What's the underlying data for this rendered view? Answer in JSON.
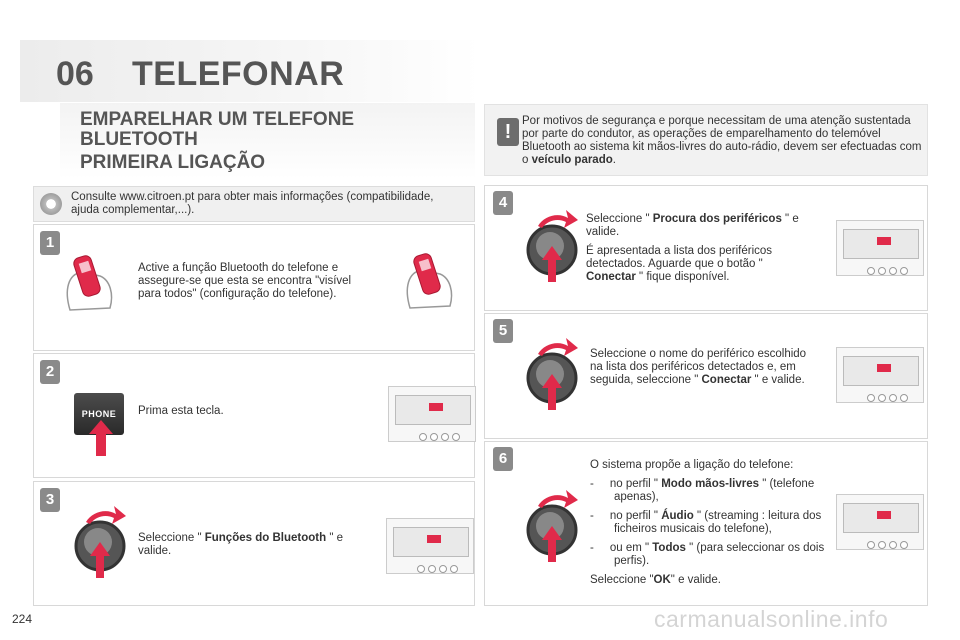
{
  "chapter": {
    "number": "06",
    "title": "TELEFONAR"
  },
  "section": {
    "title": "EMPARELHAR UM TELEFONE BLUETOOTH",
    "subtitle": "PRIMEIRA LIGAÇÃO"
  },
  "warning": {
    "icon": "exclamation-icon",
    "text_before": "Por motivos de segurança e porque necessitam de uma atenção sustentada por parte do condutor, as operações de emparelhamento do telemóvel Bluetooth ao sistema kit mãos-livres do auto-rádio, devem ser efectuadas com o ",
    "text_bold": "veículo parado",
    "text_after": "."
  },
  "info": {
    "icon": "info-lamp-icon",
    "text": "Consulte www.citroen.pt para obter mais informações (compatibilidade, ajuda complementar,...)."
  },
  "steps": {
    "s1": {
      "num": "1",
      "text": "Active a função Bluetooth do telefone e assegure-se que esta se encontra \"visível para todos\" (configuração do telefone)."
    },
    "s2": {
      "num": "2",
      "text": "Prima esta tecla.",
      "key_label": "PHONE"
    },
    "s3": {
      "num": "3",
      "pre": "Seleccione \" ",
      "bold": "Funções do Bluetooth",
      "post": " \" e valide."
    },
    "s4": {
      "num": "4",
      "p1_pre": "Seleccione \" ",
      "p1_bold": "Procura dos periféricos",
      "p1_post": " \" e valide.",
      "p2_pre": "É apresentada a lista dos periféricos detectados. Aguarde que o botão \" ",
      "p2_bold": "Conectar",
      "p2_post": " \" fique disponível."
    },
    "s5": {
      "num": "5",
      "pre": "Seleccione o nome do periférico escolhido na lista dos periféricos detectados e, em seguida, seleccione \" ",
      "bold": "Conectar",
      "post": " \" e valide."
    },
    "s6": {
      "num": "6",
      "intro": "O sistema propõe a ligação do telefone:",
      "items": [
        {
          "dash": "-",
          "pre": "no perfil \" ",
          "bold": "Modo mãos-livres",
          "post": " \" (telefone apenas),"
        },
        {
          "dash": "-",
          "pre": "no perfil \" ",
          "bold": "Áudio",
          "post": " \" (streaming : leitura dos ficheiros musicais do telefone),"
        },
        {
          "dash": "-",
          "pre": "ou em \" ",
          "bold": "Todos",
          "post": " \" (para seleccionar os dois perfis)."
        }
      ],
      "outro_pre": "Seleccione \"",
      "outro_bold": "OK",
      "outro_post": "\" e valide."
    }
  },
  "footer": {
    "page": "224",
    "watermark": "carmanualsonline.info"
  },
  "colors": {
    "accent": "#e02a4a",
    "heading": "#555555",
    "badge": "#8a8a8a"
  }
}
